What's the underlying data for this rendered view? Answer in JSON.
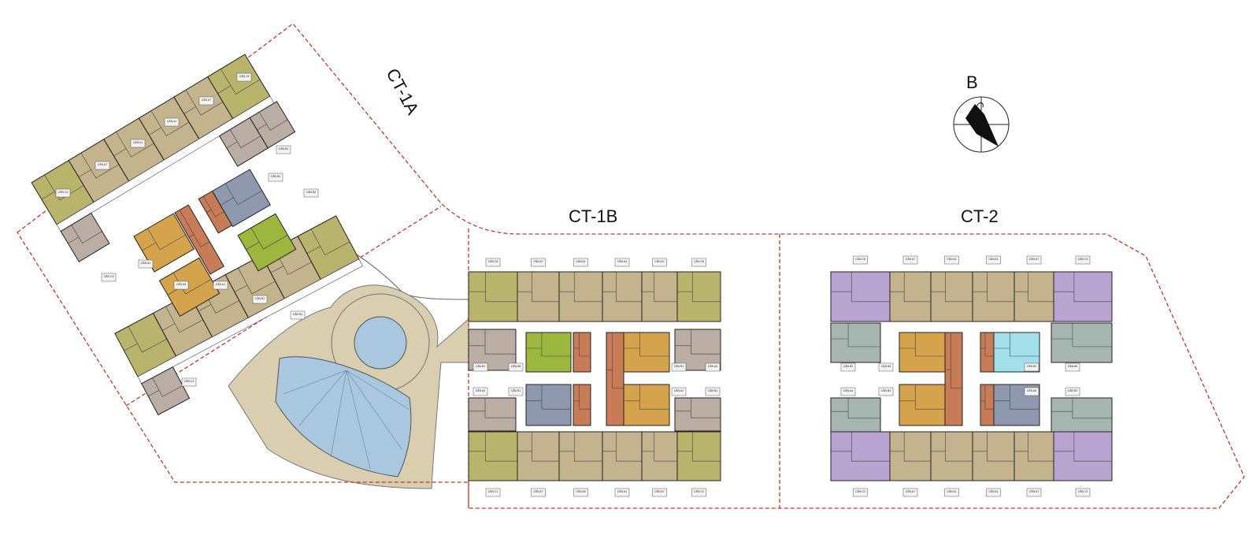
{
  "titles": {
    "ct1a": "CT-1A",
    "ct1b": "CT-1B",
    "ct2": "CT-2"
  },
  "compass": {
    "label": "B"
  },
  "colors": {
    "boundary": "#c0392b",
    "olive": "#b9b46c",
    "tan": "#c3b48d",
    "greypink": "#b9ada4",
    "orange": "#d5a34b",
    "bluegrey": "#8f99ae",
    "lime": "#9db63d",
    "brick": "#c77b56",
    "purple": "#b7a4d0",
    "teal": "#a8b6b1",
    "cyan": "#a2e1eb",
    "plaza": "#d9ceb0",
    "water": "#a9c8df"
  },
  "ct1b_labels": {
    "top": [
      "CĂN C6",
      "CĂN A7",
      "CĂN A1",
      "CĂN A3",
      "CĂN A7",
      "CĂN C6"
    ],
    "bottom": [
      "CĂN C1",
      "CĂN A7",
      "CĂN A5",
      "CĂN A1",
      "CĂN A7",
      "CĂN C2"
    ],
    "middle": [
      "CĂN B1",
      "CĂN A5",
      "CĂN A2",
      "CĂN B1",
      "CĂN B1",
      "CĂN A3",
      "CĂN A2",
      "CĂN B1"
    ]
  },
  "ct2_labels": {
    "top": [
      "CĂN C5",
      "CĂN A7",
      "CĂN A1",
      "CĂN A1",
      "CĂN A7",
      "CĂN C5"
    ],
    "bottom": [
      "CĂN C2",
      "CĂN A7",
      "CĂN A1",
      "CĂN A1",
      "CĂN A7",
      "CĂN C2"
    ],
    "middle": [
      "CĂN B2",
      "CĂN A5",
      "CĂN A4",
      "CĂN B2",
      "CĂN B2",
      "CĂN A5",
      "CĂN A5",
      "CĂN B2"
    ]
  },
  "ct1a_labels": [
    "CĂN C4",
    "CĂN A7",
    "CĂN A1",
    "CĂN A1",
    "CĂN A7",
    "CĂN C5",
    "CĂN B1",
    "CĂN B1",
    "CĂN B2",
    "CĂN C3",
    "CĂN A1",
    "CĂN A5",
    "CĂN A1",
    "CĂN B1",
    "CĂN B1",
    "CĂN C2"
  ]
}
